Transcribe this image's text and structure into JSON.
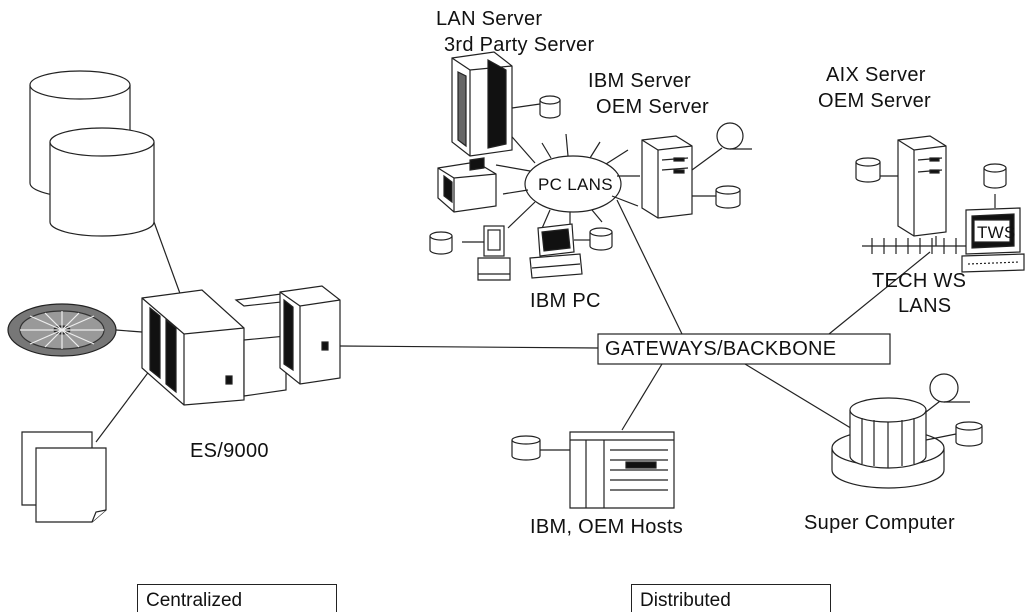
{
  "labels": {
    "lan_server": "LAN Server",
    "third_party_server": "3rd Party Server",
    "ibm_server": "IBM Server",
    "oem_server_pc": "OEM Server",
    "aix_server": "AIX Server",
    "oem_server_aix": "OEM Server",
    "pc_lans": "PC LANS",
    "ibm_pc": "IBM PC",
    "tech_ws_line1": "TECH WS",
    "tech_ws_line2": "LANS",
    "tws": "TWS",
    "gateways": "GATEWAYS/BACKBONE",
    "es9000": "ES/9000",
    "ibm_oem_hosts": "IBM, OEM Hosts",
    "super_computer": "Super Computer",
    "centralized": "Centralized",
    "distributed": "Distributed"
  }
}
